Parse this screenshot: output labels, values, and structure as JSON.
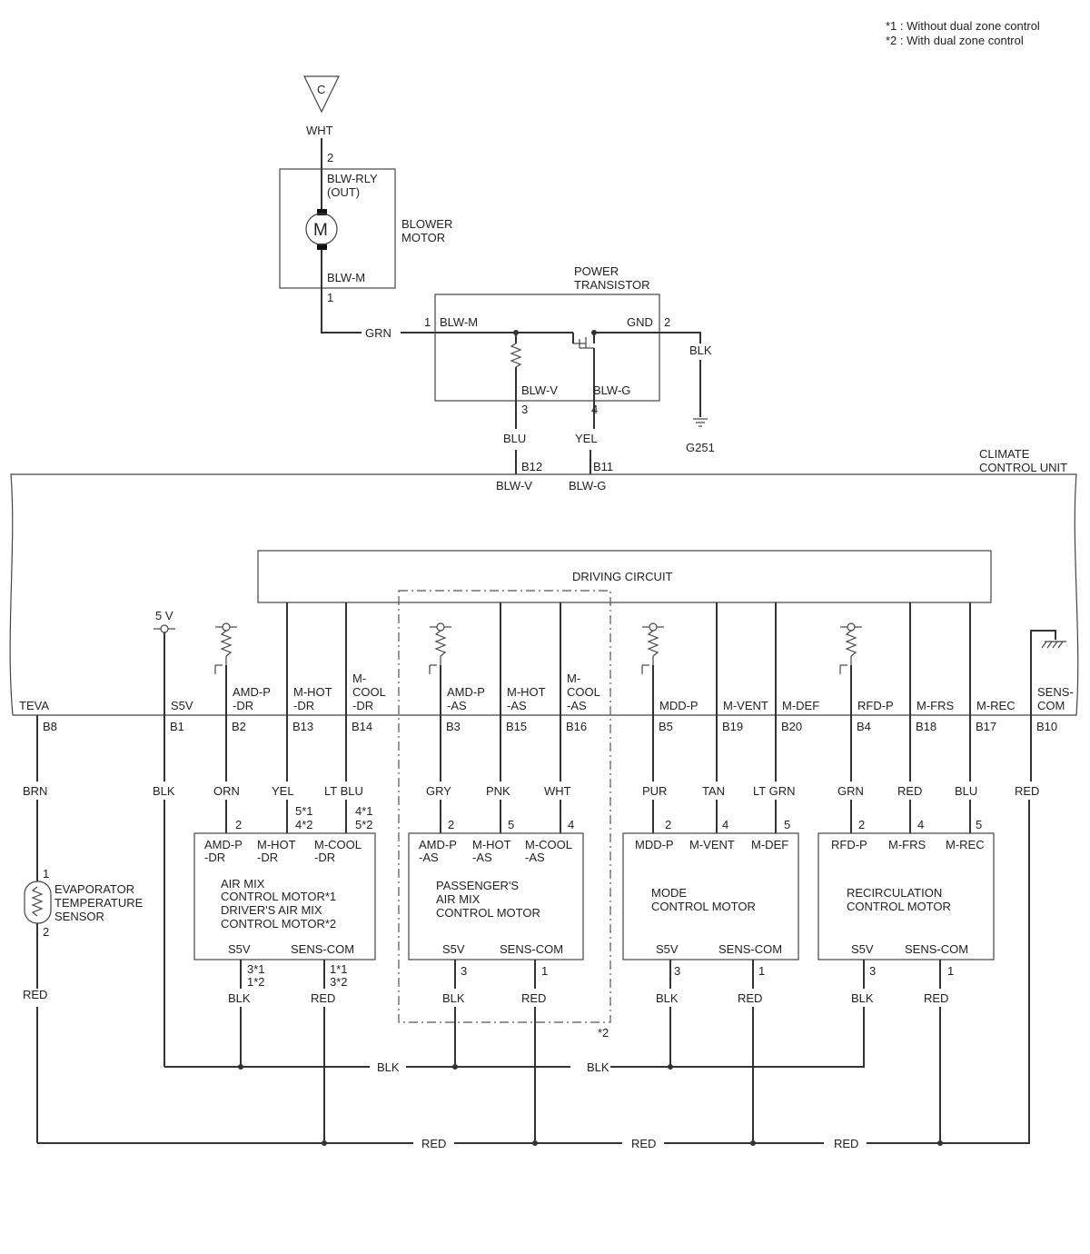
{
  "notes": [
    "*1 : Without dual zone control",
    "*2 : With dual zone control"
  ],
  "connector_c": {
    "label": "C",
    "wire": "WHT"
  },
  "blower": {
    "pin_top": "2",
    "term_top_1": "BLW-RLY",
    "term_top_2": "(OUT)",
    "motor_symbol": "M",
    "term_bottom": "BLW-M",
    "pin_bottom": "1",
    "name_1": "BLOWER",
    "name_2": "MOTOR",
    "wire_out": "GRN"
  },
  "transistor": {
    "name_1": "POWER",
    "name_2": "TRANSISTOR",
    "pin_in": "1",
    "term_in": "BLW-M",
    "term_gnd": "GND",
    "pin_gnd": "2",
    "term_v": "BLW-V",
    "pin_v": "3",
    "term_g": "BLW-G",
    "pin_g": "4",
    "wire_gnd": "BLK",
    "ground": "G251",
    "wire_v": "BLU",
    "wire_g": "YEL"
  },
  "ccu": {
    "name_1": "CLIMATE",
    "name_2": "CONTROL UNIT",
    "pin_b12": "B12",
    "pin_b11": "B11",
    "term_b12": "BLW-V",
    "term_b11": "BLW-G",
    "driving_circuit": "DRIVING CIRCUIT",
    "supply": "5 V",
    "terminals": [
      {
        "pin": "B8",
        "label": "TEVA"
      },
      {
        "pin": "B1",
        "label": "S5V"
      },
      {
        "pin": "B2",
        "label": [
          "AMD-P",
          "-DR"
        ]
      },
      {
        "pin": "B13",
        "label": [
          "M-HOT",
          "-DR"
        ]
      },
      {
        "pin": "B14",
        "label": [
          "M-",
          "COOL",
          "-DR"
        ]
      },
      {
        "pin": "B3",
        "label": [
          "AMD-P",
          "-AS"
        ]
      },
      {
        "pin": "B15",
        "label": [
          "M-HOT",
          "-AS"
        ]
      },
      {
        "pin": "B16",
        "label": [
          "M-",
          "COOL",
          "-AS"
        ]
      },
      {
        "pin": "B5",
        "label": "MDD-P"
      },
      {
        "pin": "B19",
        "label": "M-VENT"
      },
      {
        "pin": "B20",
        "label": "M-DEF"
      },
      {
        "pin": "B4",
        "label": "RFD-P"
      },
      {
        "pin": "B18",
        "label": "M-FRS"
      },
      {
        "pin": "B17",
        "label": "M-REC"
      },
      {
        "pin": "B10",
        "label": [
          "SENS-",
          "COM"
        ]
      }
    ],
    "wires": [
      "BRN",
      "BLK",
      "ORN",
      "YEL",
      "LT BLU",
      "GRY",
      "PNK",
      "WHT",
      "PUR",
      "TAN",
      "LT GRN",
      "GRN",
      "RED",
      "BLU",
      "RED"
    ]
  },
  "evap_sensor": {
    "name": [
      "EVAPORATOR",
      "TEMPERATURE",
      "SENSOR"
    ],
    "pin_1": "1",
    "pin_2": "2",
    "wire_out": "RED"
  },
  "motors": [
    {
      "name": [
        "AIR MIX",
        "CONTROL MOTOR*1",
        "DRIVER'S AIR MIX",
        "CONTROL MOTOR*2"
      ],
      "terms": [
        "AMD-P",
        "-DR",
        "M-HOT",
        "-DR",
        "M-COOL",
        "-DR"
      ],
      "top_pins": [
        "2",
        "5*1",
        "4*2",
        "4*1",
        "5*2"
      ],
      "bottom_terms": [
        "S5V",
        "SENS-COM"
      ],
      "bottom_pins": [
        "3*1",
        "1*2",
        "1*1",
        "3*2"
      ],
      "bottom_wires": [
        "BLK",
        "RED"
      ]
    },
    {
      "name": [
        "PASSENGER'S",
        "AIR MIX",
        "CONTROL MOTOR"
      ],
      "terms": [
        "AMD-P",
        "-AS",
        "M-HOT",
        "-AS",
        "M-COOL",
        "-AS"
      ],
      "top_pins": [
        "2",
        "5",
        "4"
      ],
      "bottom_terms": [
        "S5V",
        "SENS-COM"
      ],
      "bottom_pins": [
        "3",
        "1"
      ],
      "bottom_wires": [
        "BLK",
        "RED"
      ]
    },
    {
      "name": [
        "MODE",
        "CONTROL MOTOR"
      ],
      "terms": [
        "MDD-P",
        "M-VENT",
        "M-DEF"
      ],
      "top_pins": [
        "2",
        "4",
        "5"
      ],
      "bottom_terms": [
        "S5V",
        "SENS-COM"
      ],
      "bottom_pins": [
        "3",
        "1"
      ],
      "bottom_wires": [
        "BLK",
        "RED"
      ]
    },
    {
      "name": [
        "RECIRCULATION",
        "CONTROL MOTOR"
      ],
      "terms": [
        "RFD-P",
        "M-FRS",
        "M-REC"
      ],
      "top_pins": [
        "2",
        "4",
        "5"
      ],
      "bottom_terms": [
        "S5V",
        "SENS-COM"
      ],
      "bottom_pins": [
        "3",
        "1"
      ],
      "bottom_wires": [
        "BLK",
        "RED"
      ]
    }
  ],
  "dual_zone_mark": "*2",
  "bus_blk": [
    "BLK",
    "BLK"
  ],
  "bus_red": [
    "RED",
    "RED",
    "RED"
  ],
  "colors": {
    "line": "#333333",
    "text": "#222222",
    "background": "#ffffff"
  }
}
